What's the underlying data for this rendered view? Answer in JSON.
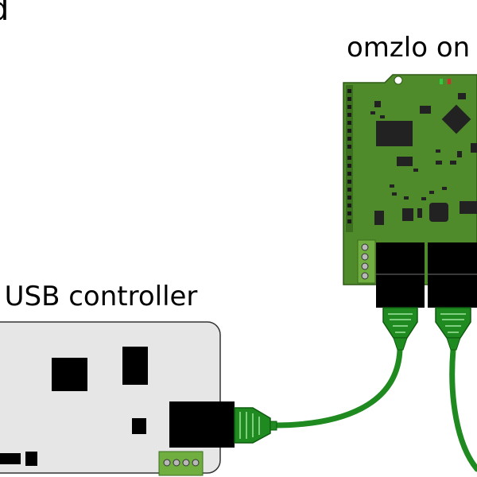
{
  "labels": {
    "top_fragment": "d",
    "board": "omzlo on",
    "usb_controller": "o USB controller"
  },
  "colors": {
    "pcb_green": "#4f8a2b",
    "pcb_edge": "#3b6e1e",
    "cable_green": "#1f8a1f",
    "controller_body": "#e6e6e6",
    "component_black": "#000000",
    "terminal_green": "#6fae3f"
  }
}
